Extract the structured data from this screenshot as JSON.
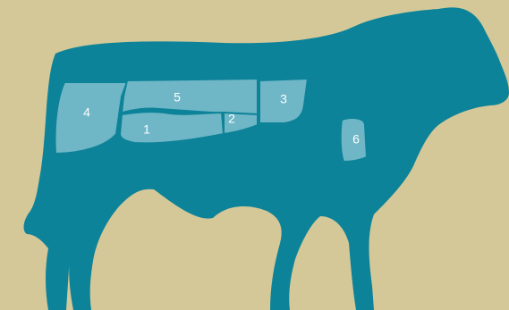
{
  "colors": {
    "background": "#d4c898",
    "cow": "#0d8399",
    "cut": "#6fb6c6"
  },
  "cuts": [
    {
      "id": "4",
      "label": "4"
    },
    {
      "id": "5",
      "label": "5"
    },
    {
      "id": "3",
      "label": "3"
    },
    {
      "id": "1",
      "label": "1"
    },
    {
      "id": "2",
      "label": "2"
    },
    {
      "id": "6",
      "label": "6"
    }
  ]
}
